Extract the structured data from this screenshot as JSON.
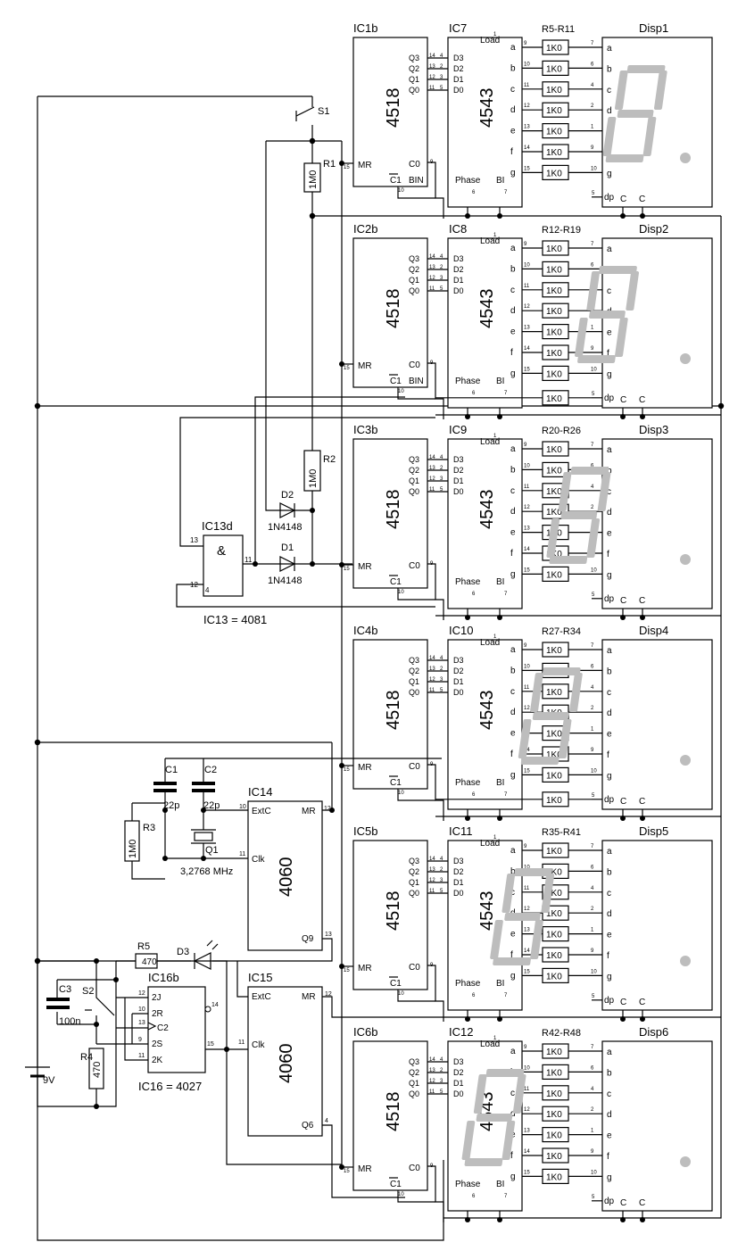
{
  "stages": [
    {
      "counter": "IC1b",
      "decoder": "IC7",
      "resistors": "R5-R11",
      "display": "Disp1"
    },
    {
      "counter": "IC2b",
      "decoder": "IC8",
      "resistors": "R12-R19",
      "display": "Disp2"
    },
    {
      "counter": "IC3b",
      "decoder": "IC9",
      "resistors": "R20-R26",
      "display": "Disp3"
    },
    {
      "counter": "IC4b",
      "decoder": "IC10",
      "resistors": "R27-R34",
      "display": "Disp4"
    },
    {
      "counter": "IC5b",
      "decoder": "IC11",
      "resistors": "R35-R41",
      "display": "Disp5"
    },
    {
      "counter": "IC6b",
      "decoder": "IC12",
      "resistors": "R42-R48",
      "display": "Disp6"
    }
  ],
  "counter_chip": {
    "part": "4518",
    "outputs": [
      "Q3",
      "Q2",
      "Q1",
      "Q0"
    ],
    "output_pins": [
      "14",
      "13",
      "12",
      "11"
    ],
    "output_pins_b": [
      "4",
      "2",
      "3",
      "5"
    ],
    "mr": "MR",
    "mr_pin": "15",
    "co": "C0",
    "co_pin": "9",
    "bin": "BIN",
    "clk": "C1",
    "clk_pin": "10"
  },
  "decoder_chip": {
    "part": "4543",
    "load": "Load",
    "load_pin": "1",
    "inputs": [
      "D3",
      "D2",
      "D1",
      "D0"
    ],
    "phase": "Phase",
    "phase_pin": "6",
    "bi": "BI",
    "bi_pin": "7",
    "segments": [
      "a",
      "b",
      "c",
      "d",
      "e",
      "f",
      "g"
    ],
    "segment_pins": [
      "9",
      "10",
      "11",
      "12",
      "13",
      "14",
      "15"
    ]
  },
  "segment_resistor_value": "1K0",
  "display_pin": {
    "segments": [
      "a",
      "b",
      "c",
      "d",
      "e",
      "f",
      "g"
    ],
    "pins": [
      "7",
      "6",
      "4",
      "2",
      "1",
      "9",
      "10"
    ],
    "dp": "dp",
    "dp_pin": "5",
    "common": "C"
  },
  "switch_s1": "S1",
  "r1": {
    "label": "R1",
    "value": "1M0"
  },
  "r2": {
    "label": "R2",
    "value": "1M0"
  },
  "d1": {
    "label": "D1",
    "part": "1N4148"
  },
  "d2": {
    "label": "D2",
    "part": "1N4148"
  },
  "ic13": {
    "label": "IC13d",
    "symbol": "&",
    "pins": [
      "13",
      "12",
      "11",
      "4"
    ],
    "note": "IC13 = 4081"
  },
  "oscillator": {
    "c1": {
      "label": "C1",
      "value": "22p"
    },
    "c2": {
      "label": "C2",
      "value": "22p"
    },
    "r3": {
      "label": "R3",
      "value": "1M0"
    },
    "crystal": {
      "label": "Q1",
      "value": "3,2768 MHz"
    }
  },
  "ic14": {
    "label": "IC14",
    "part": "4060",
    "extc": "ExtC",
    "extc_pin": "10",
    "mr": "MR",
    "mr_pin": "12",
    "clk": "Clk",
    "clk_pin": "11",
    "out": "Q9",
    "out_pin": "13"
  },
  "ic15": {
    "label": "IC15",
    "part": "4060",
    "extc": "ExtC",
    "mr": "MR",
    "mr_pin": "12",
    "clk": "Clk",
    "clk_pin": "11",
    "out": "Q6",
    "out_pin": "4"
  },
  "r5": {
    "label": "R5",
    "value": "470"
  },
  "d3": {
    "label": "D3"
  },
  "c3": {
    "label": "C3",
    "value": "100n"
  },
  "switch_s2": "S2",
  "r4": {
    "label": "R4",
    "value": "470"
  },
  "ic16": {
    "label": "IC16b",
    "pins": [
      "2J",
      "2R",
      "C2",
      "2S",
      "2K"
    ],
    "pin_numbers": [
      "12",
      "10",
      "13",
      "9",
      "11"
    ],
    "q_pin": "14",
    "out_pin": "15",
    "note": "IC16 = 4027"
  },
  "battery": "9V"
}
